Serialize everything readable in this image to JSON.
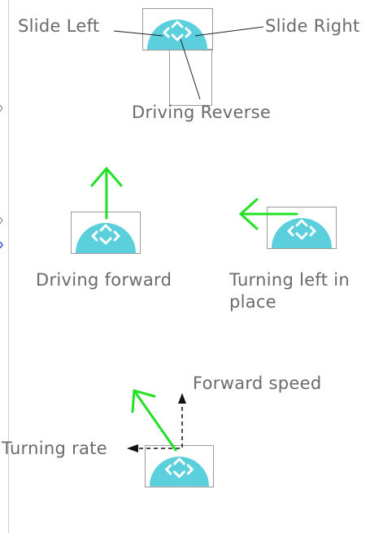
{
  "labels": {
    "slide_left": "Slide Left",
    "slide_right": "Slide Right",
    "driving_reverse": "Driving Reverse",
    "driving_forward": "Driving forward",
    "turning_left_line1": "Turning left in",
    "turning_left_line2": "place",
    "forward_speed": "Forward speed",
    "turning_rate": "Turning rate"
  },
  "colors": {
    "dome": "#5ccfdc",
    "chevron": "#ffffff",
    "arrow_green": "#22e022",
    "text": "#6a6a6a",
    "box_border": "#9a9a9a"
  },
  "icons": [
    "joystick-dome-icon",
    "arrow-up-icon",
    "arrow-left-icon",
    "arrow-diagonal-icon"
  ]
}
